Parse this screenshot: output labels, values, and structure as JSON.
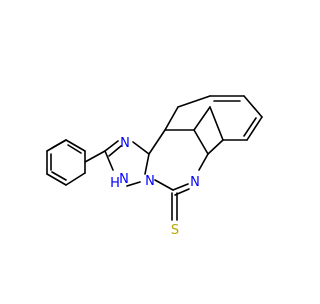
{
  "molecule": {
    "atom_labels": {
      "n_top": "N",
      "n_right": "N",
      "n_bridge": "N",
      "nh_label": "H",
      "nh_n": "N",
      "s_label": "S"
    },
    "colors": {
      "bond": "#000000",
      "nitrogen": "#0000ff",
      "sulfur": "#b5a800",
      "background": "#ffffff"
    }
  }
}
